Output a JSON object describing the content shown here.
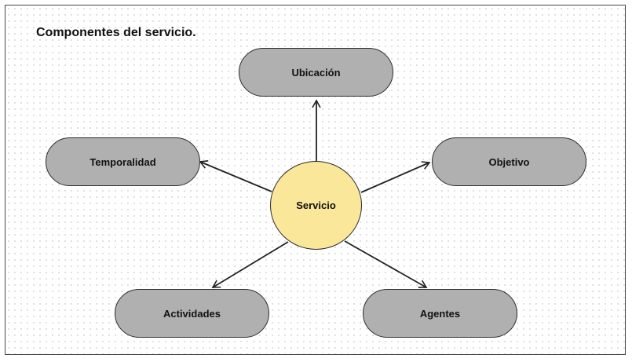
{
  "title": "Componentes del servicio.",
  "diagram": {
    "center": {
      "label": "Servicio",
      "color": "#fbe79a"
    },
    "node_color": "#b0b0b0",
    "nodes": {
      "ubicacion": "Ubicación",
      "temporalidad": "Temporalidad",
      "objetivo": "Objetivo",
      "actividades": "Actividades",
      "agentes": "Agentes"
    }
  }
}
